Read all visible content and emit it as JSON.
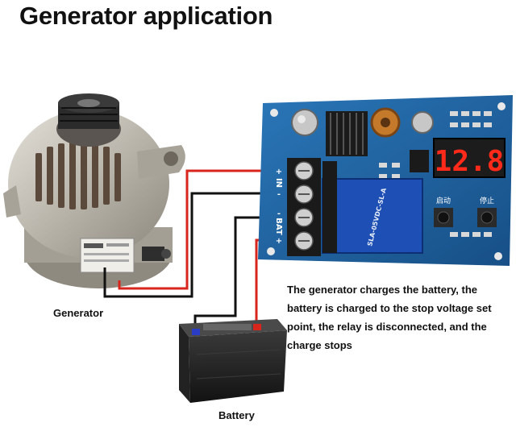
{
  "title": "Generator application",
  "labels": {
    "generator": "Generator",
    "battery": "Battery"
  },
  "description_lines": [
    "The generator charges the battery, the",
    "battery is charged to the stop voltage set",
    "point, the relay is disconnected, and the",
    "charge stops"
  ],
  "board": {
    "display_value": "12.8",
    "terminal_in": "IN",
    "terminal_bat": "BAT",
    "plus": "+",
    "minus": "-",
    "button_start": "启动",
    "button_stop": "停止",
    "relay_text": "SLA-05VDC-SL-A"
  },
  "colors": {
    "positive_wire": "#d9261c",
    "negative_wire": "#111111",
    "board": "#1a5c96",
    "display_digits": "#ff2a1a"
  }
}
